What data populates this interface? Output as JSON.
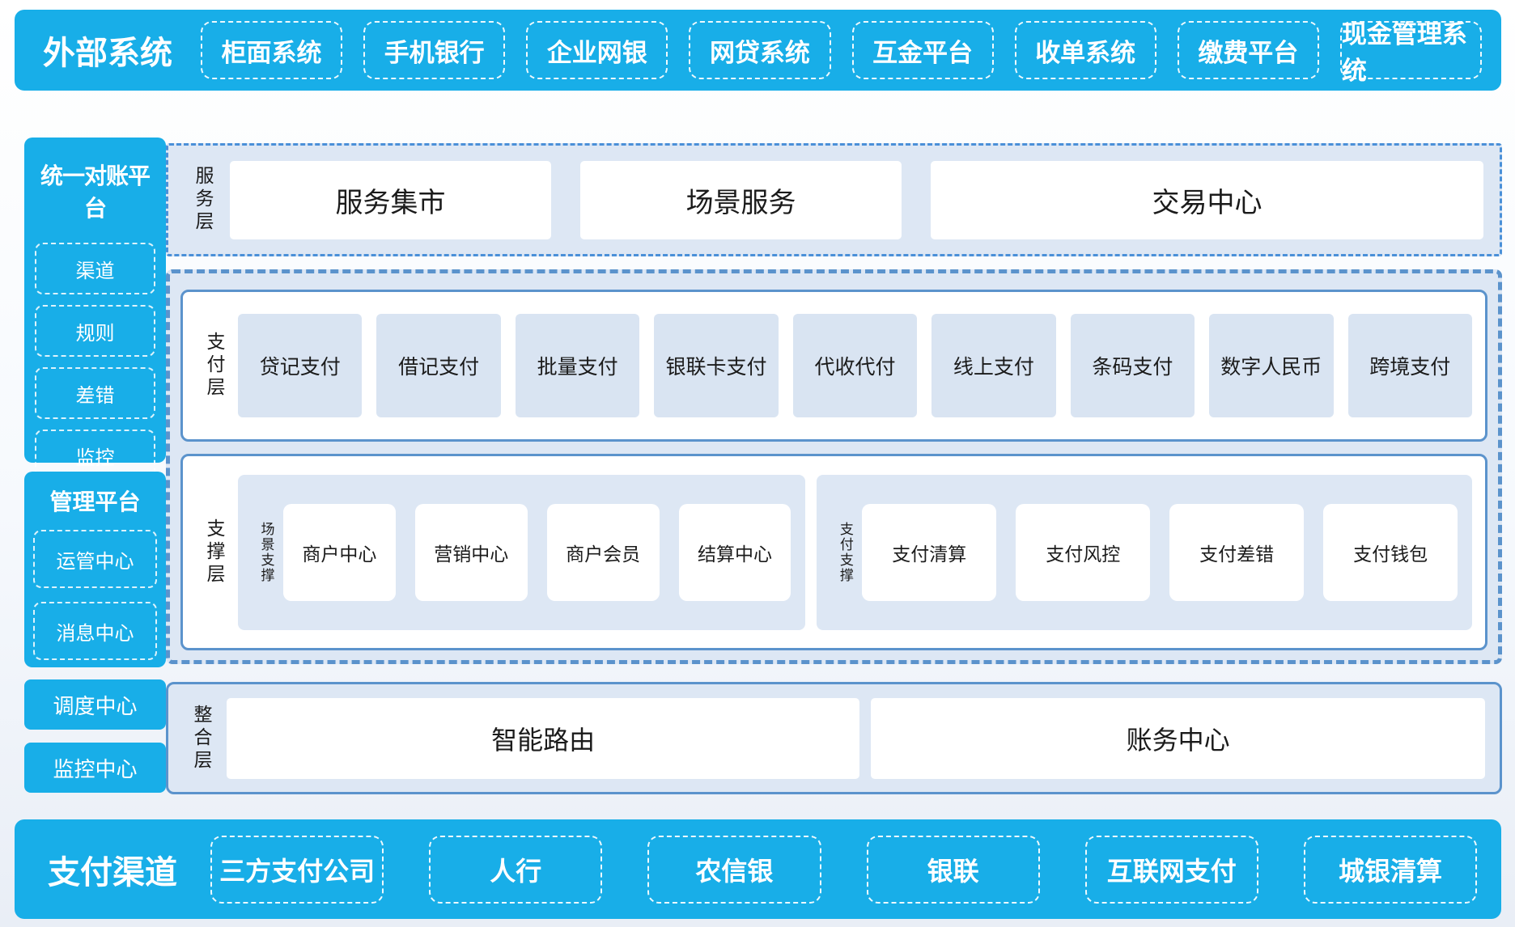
{
  "colors": {
    "band_blue": "#18aee8",
    "panel_bg": "#dde7f4",
    "border_blue": "#5b93cc",
    "dash_blue": "#4a90d8",
    "tile_bg": "#d9e4f2",
    "text_dark": "#1b1b1b",
    "text_white": "#ffffff"
  },
  "external_systems": {
    "title": "外部系统",
    "items": [
      "柜面系统",
      "手机银行",
      "企业网银",
      "网贷系统",
      "互金平台",
      "收单系统",
      "缴费平台",
      "现金管理系统"
    ]
  },
  "sidebar": {
    "reconciliation": {
      "title": "统一对账平台",
      "items": [
        "渠道",
        "规则",
        "差错",
        "监控"
      ]
    },
    "management": {
      "title": "管理平台",
      "items": [
        "运管中心",
        "消息中心"
      ]
    },
    "standalone": [
      "调度中心",
      "监控中心"
    ]
  },
  "service_layer": {
    "label": "服务层",
    "items": [
      "服务集市",
      "场景服务",
      "交易中心"
    ]
  },
  "payment_layer": {
    "label": "支付层",
    "items": [
      "贷记支付",
      "借记支付",
      "批量支付",
      "银联卡支付",
      "代收代付",
      "线上支付",
      "条码支付",
      "数字人民币",
      "跨境支付"
    ]
  },
  "support_layer": {
    "label": "支撑层",
    "groups": [
      {
        "label": "场景支撑",
        "items": [
          "商户中心",
          "营销中心",
          "商户会员",
          "结算中心"
        ]
      },
      {
        "label": "支付支撑",
        "items": [
          "支付清算",
          "支付风控",
          "支付差错",
          "支付钱包"
        ]
      }
    ]
  },
  "integration_layer": {
    "label": "整合层",
    "items": [
      "智能路由",
      "账务中心"
    ]
  },
  "payment_channels": {
    "title": "支付渠道",
    "items": [
      "三方支付公司",
      "人行",
      "农信银",
      "银联",
      "互联网支付",
      "城银清算"
    ]
  }
}
